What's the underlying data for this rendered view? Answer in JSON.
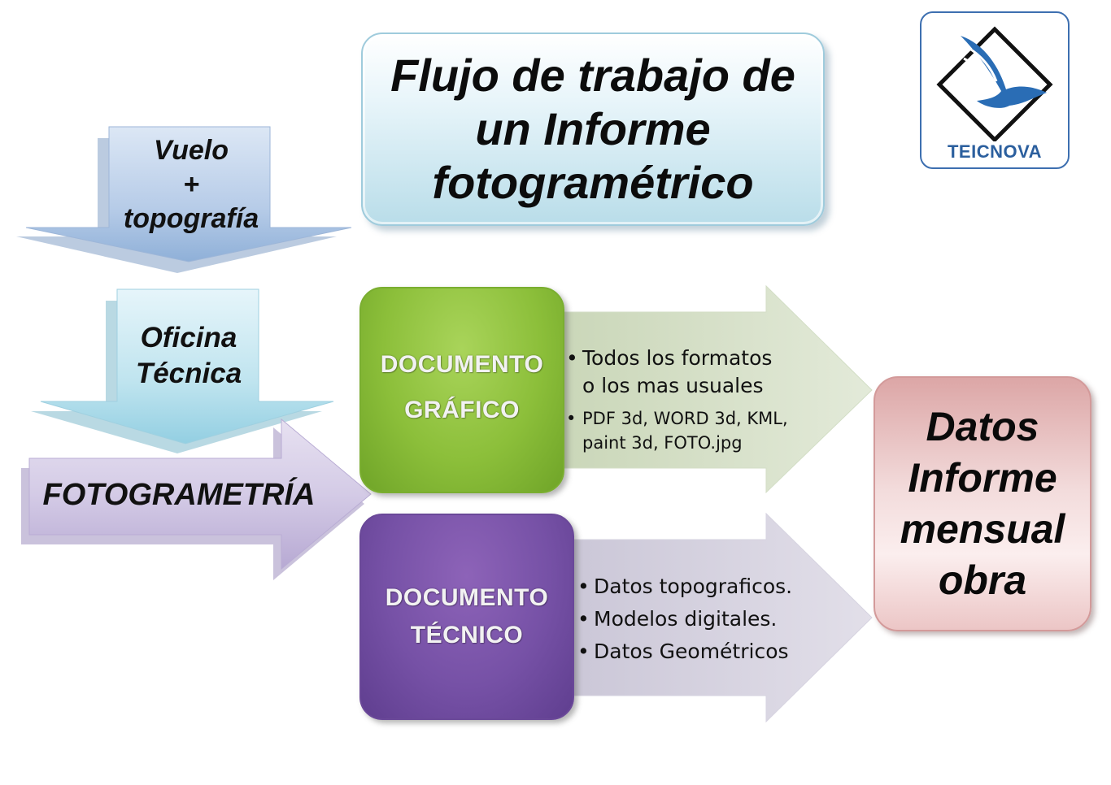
{
  "title": {
    "lines": [
      "Flujo de trabajo de",
      "un Informe",
      "fotogramétrico"
    ]
  },
  "logo": {
    "name": "TEICNOVA",
    "brand_color": "#2b5f9e",
    "icon": "bird-diamond-logo-icon"
  },
  "flow": {
    "vuelo": {
      "lines": [
        "Vuelo",
        "+",
        "topografía"
      ],
      "color": "#b8cde8"
    },
    "oficina": {
      "lines": [
        "Oficina",
        "Técnica"
      ],
      "color": "#bfe3ef"
    },
    "fotogrametria": {
      "label": "FOTOGRAMETRÍA",
      "color": "#cfc4e2"
    }
  },
  "documento_grafico": {
    "lines": [
      "DOCUMENTO",
      "GRÁFICO"
    ],
    "color": "#8cbf3a",
    "bullets": [
      [
        "Todos los formatos",
        "o los mas usuales"
      ],
      [
        "PDF 3d, WORD 3d, KML,",
        "paint 3d, FOTO.jpg"
      ]
    ]
  },
  "documento_tecnico": {
    "lines": [
      "DOCUMENTO",
      "TÉCNICO"
    ],
    "color": "#7651a6",
    "bullets": [
      [
        "Datos topograficos."
      ],
      [
        "Modelos digitales."
      ],
      [
        "Datos Geométricos"
      ]
    ]
  },
  "result": {
    "lines": [
      "Datos",
      "Informe",
      "mensual",
      "obra"
    ],
    "color": "#e8b9b9"
  }
}
